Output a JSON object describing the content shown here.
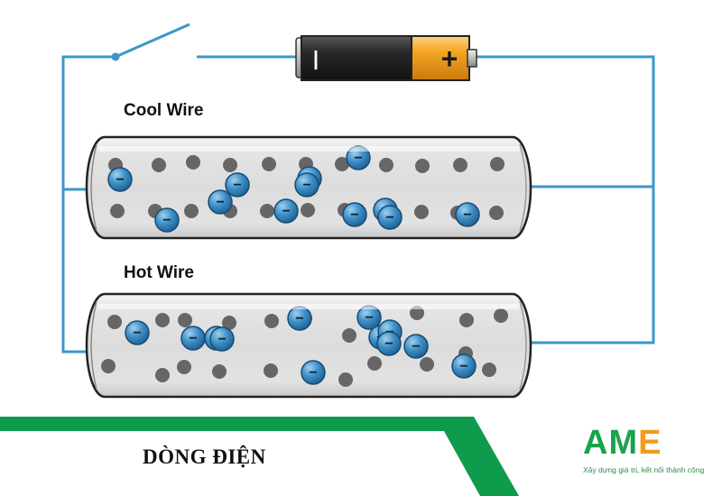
{
  "labels": {
    "cool_wire": "Cool Wire",
    "hot_wire": "Hot Wire"
  },
  "battery": {
    "positive_symbol": "+",
    "negative_symbol": "|"
  },
  "electron_symbol": "−",
  "banner": {
    "title": "DÒNG ĐIỆN"
  },
  "logo": {
    "name": "AME",
    "tagline": "Xây dựng giá trị, kết nối thành công"
  },
  "colors": {
    "circuit_wire": "#3b97c9",
    "electron": "#3a8fc8",
    "atom": "#666666",
    "banner_green": "#0e9b4b",
    "battery_orange": "#f3a21e",
    "battery_black": "#2b2b2b",
    "logo_green": "#1aa34a",
    "logo_orange": "#f39a1c"
  }
}
